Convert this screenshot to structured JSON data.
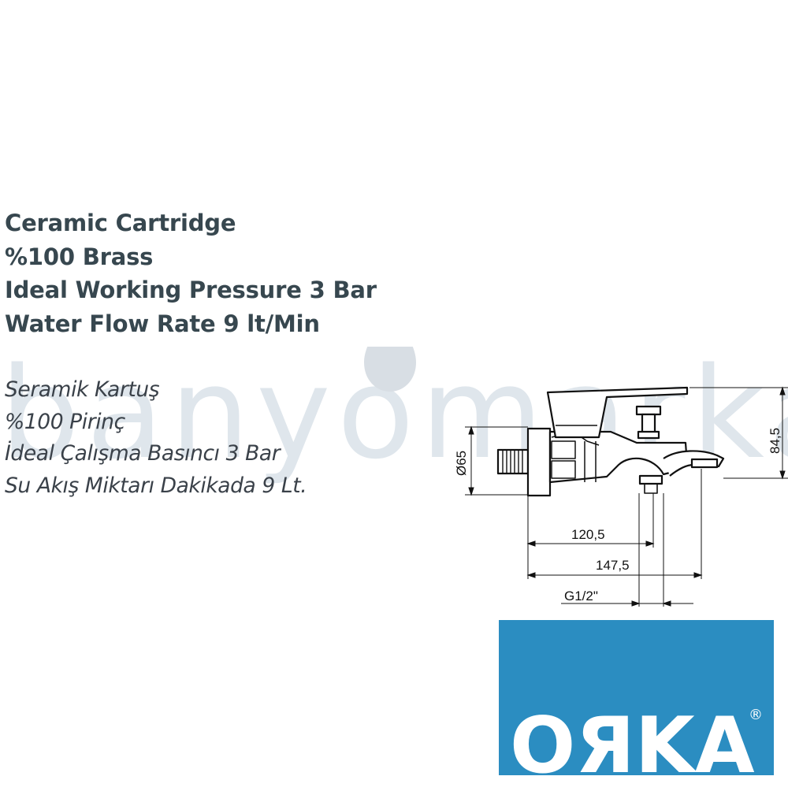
{
  "specs_en": [
    "Ceramic Cartridge",
    "%100 Brass",
    "Ideal Working Pressure 3 Bar",
    "Water Flow Rate 9 lt/Min"
  ],
  "specs_tr": [
    "Seramik Kartuş",
    "%100 Pirinç",
    "İdeal Çalışma Basıncı 3 Bar",
    "Su Akış Miktarı Dakikada 9 Lt."
  ],
  "watermark": {
    "text": "banyomarka",
    "color": "#dfe6ec",
    "drop_color": "#d8dee4"
  },
  "dimensions": {
    "diameter": "Ø65",
    "height": "84,5",
    "thread": "G1/2\"",
    "width_inner": "120,5",
    "width_total": "147,5"
  },
  "logo": {
    "text": "OЯKA",
    "registered": "®",
    "background": "#2b8dc1"
  }
}
